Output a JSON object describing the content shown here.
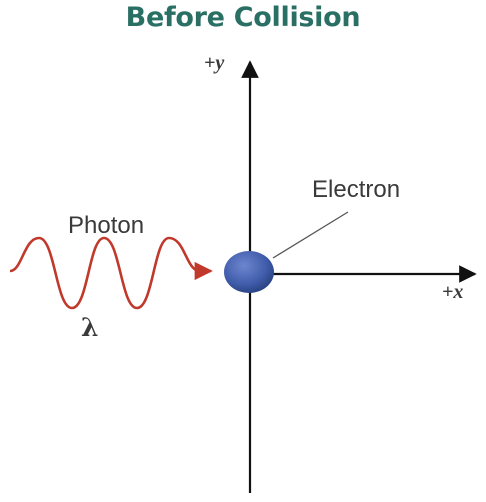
{
  "diagram": {
    "title": "Before Collision",
    "axes": {
      "y_label": "+y",
      "x_label": "+x"
    },
    "electron": {
      "label": "Electron"
    },
    "photon": {
      "label": "Photon",
      "wavelength_symbol": "λ"
    },
    "colors": {
      "title": "#2a6f63",
      "axis": "#111111",
      "wave": "#c0392b",
      "electron": "#3f5caa",
      "leader_line": "#555555",
      "text": "#3a3a3a"
    }
  }
}
